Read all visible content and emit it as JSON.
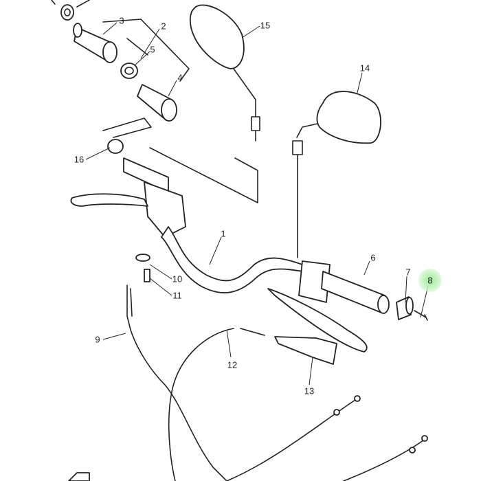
{
  "diagram": {
    "part_labels": [
      "1",
      "2",
      "3",
      "4",
      "5",
      "6",
      "7",
      "8",
      "9",
      "10",
      "11",
      "12",
      "13",
      "14",
      "15",
      "16"
    ],
    "highlighted_part": "8",
    "highlight_color": "#9ee89a"
  }
}
